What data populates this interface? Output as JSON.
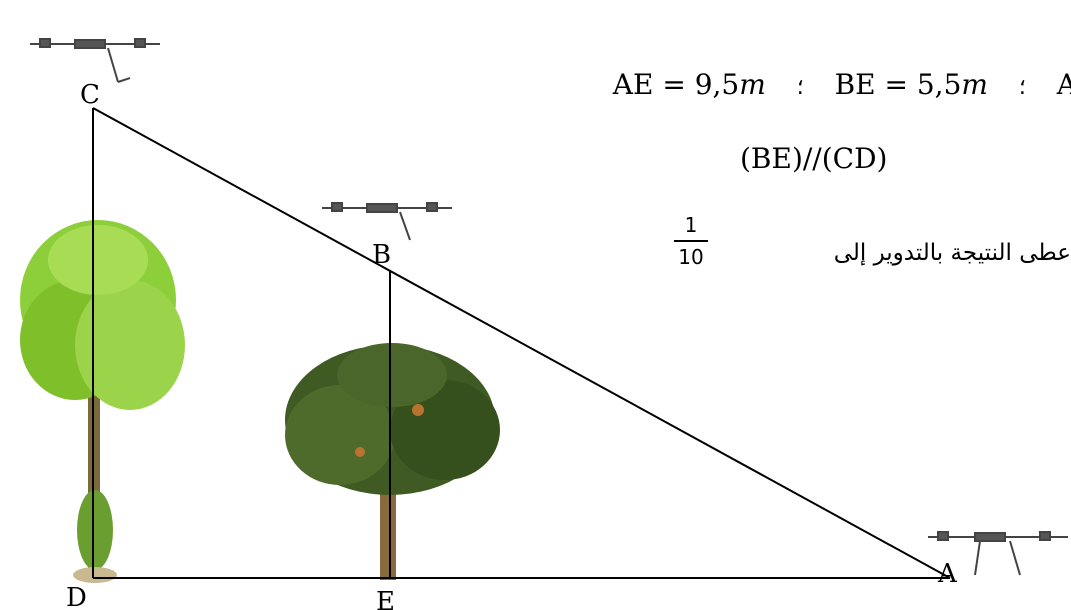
{
  "labels": {
    "A": "A",
    "B": "B",
    "C": "C",
    "D": "D",
    "E": "E"
  },
  "given": {
    "ae": "AE = 9,5𝑚",
    "separator": "؛",
    "be": "BE = 5,5𝑚",
    "cut": "A",
    "parallel": "(BE)//(CD)"
  },
  "instruction": {
    "text": "عطى النتيجة بالتدوير إلى",
    "fraction_num": "1",
    "fraction_den": "10"
  },
  "colors": {
    "line": "#000000",
    "foliage_light": "#7fbf2a",
    "foliage_dark": "#3f5a22",
    "trunk": "#8a6a3c",
    "drone": "#444444"
  }
}
